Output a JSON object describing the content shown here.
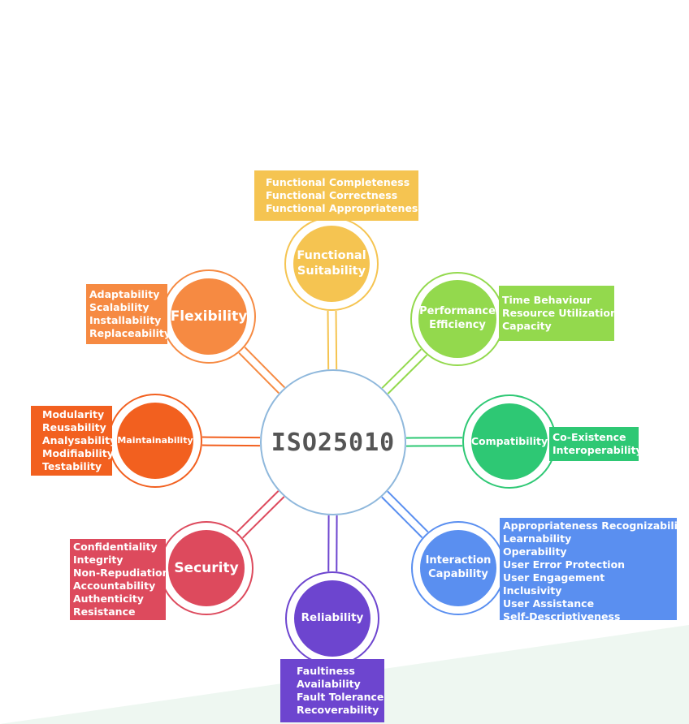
{
  "center": {
    "title": "ISO25010"
  },
  "characteristics": [
    {
      "id": "functional-suitability",
      "label": "Functional\nSuitability",
      "color": "#f5c451",
      "items": [
        "Functional Completeness",
        "Functional Correctness",
        "Functional Appropriateness"
      ]
    },
    {
      "id": "performance-efficiency",
      "label": "Performance\nEfficiency",
      "color": "#93d94d",
      "items": [
        "Time Behaviour",
        "Resource Utilization",
        "Capacity"
      ]
    },
    {
      "id": "compatibility",
      "label": "Compatibility",
      "color": "#2ec874",
      "items": [
        "Co-Existence",
        "Interoperability"
      ]
    },
    {
      "id": "interaction-capability",
      "label": "Interaction\nCapability",
      "color": "#5a8ff0",
      "items": [
        "Appropriateness Recognizability",
        "Learnability",
        "Operability",
        "User Error Protection",
        "User Engagement",
        "Inclusivity",
        "User Assistance",
        "Self-Descriptiveness"
      ]
    },
    {
      "id": "reliability",
      "label": "Reliability",
      "color": "#6d45cf",
      "items": [
        "Faultiness",
        "Availability",
        "Fault Tolerance",
        "Recoverability"
      ]
    },
    {
      "id": "security",
      "label": "Security",
      "color": "#dd4a5d",
      "items": [
        "Confidentiality",
        "Integrity",
        "Non-Repudiation",
        "Accountability",
        "Authenticity",
        "Resistance"
      ]
    },
    {
      "id": "maintainability",
      "label": "Maintainability",
      "color": "#f2601f",
      "items": [
        "Modularity",
        "Reusability",
        "Analysability",
        "Modifiability",
        "Testability"
      ]
    },
    {
      "id": "flexibility",
      "label": "Flexibility",
      "color": "#f68a42",
      "items": [
        "Adaptability",
        "Scalability",
        "Installability",
        "Replaceability"
      ]
    }
  ]
}
